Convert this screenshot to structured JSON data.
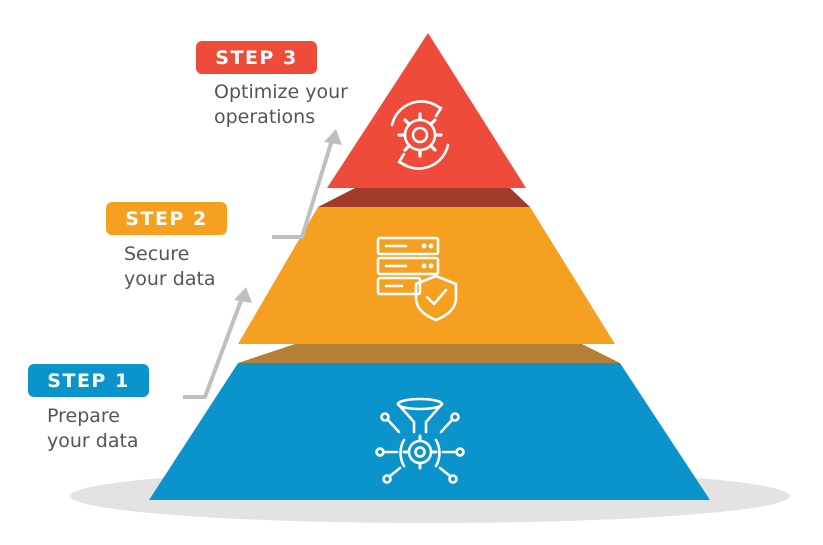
{
  "colors": {
    "step1": "#0B93CB",
    "step2": "#F5A021",
    "step3": "#EE4B3B",
    "arrow": "#BFBFBF",
    "text": "#555555",
    "shadow": "#E3E3E3"
  },
  "steps": [
    {
      "badge": "STEP 1",
      "line1": "Prepare",
      "line2": "your data",
      "icon": "data-funnel-gear-icon"
    },
    {
      "badge": "STEP 2",
      "line1": "Secure",
      "line2": "your data",
      "icon": "server-shield-icon"
    },
    {
      "badge": "STEP 3",
      "line1": "Optimize your",
      "line2": "operations",
      "icon": "gear-cycle-icon"
    }
  ]
}
